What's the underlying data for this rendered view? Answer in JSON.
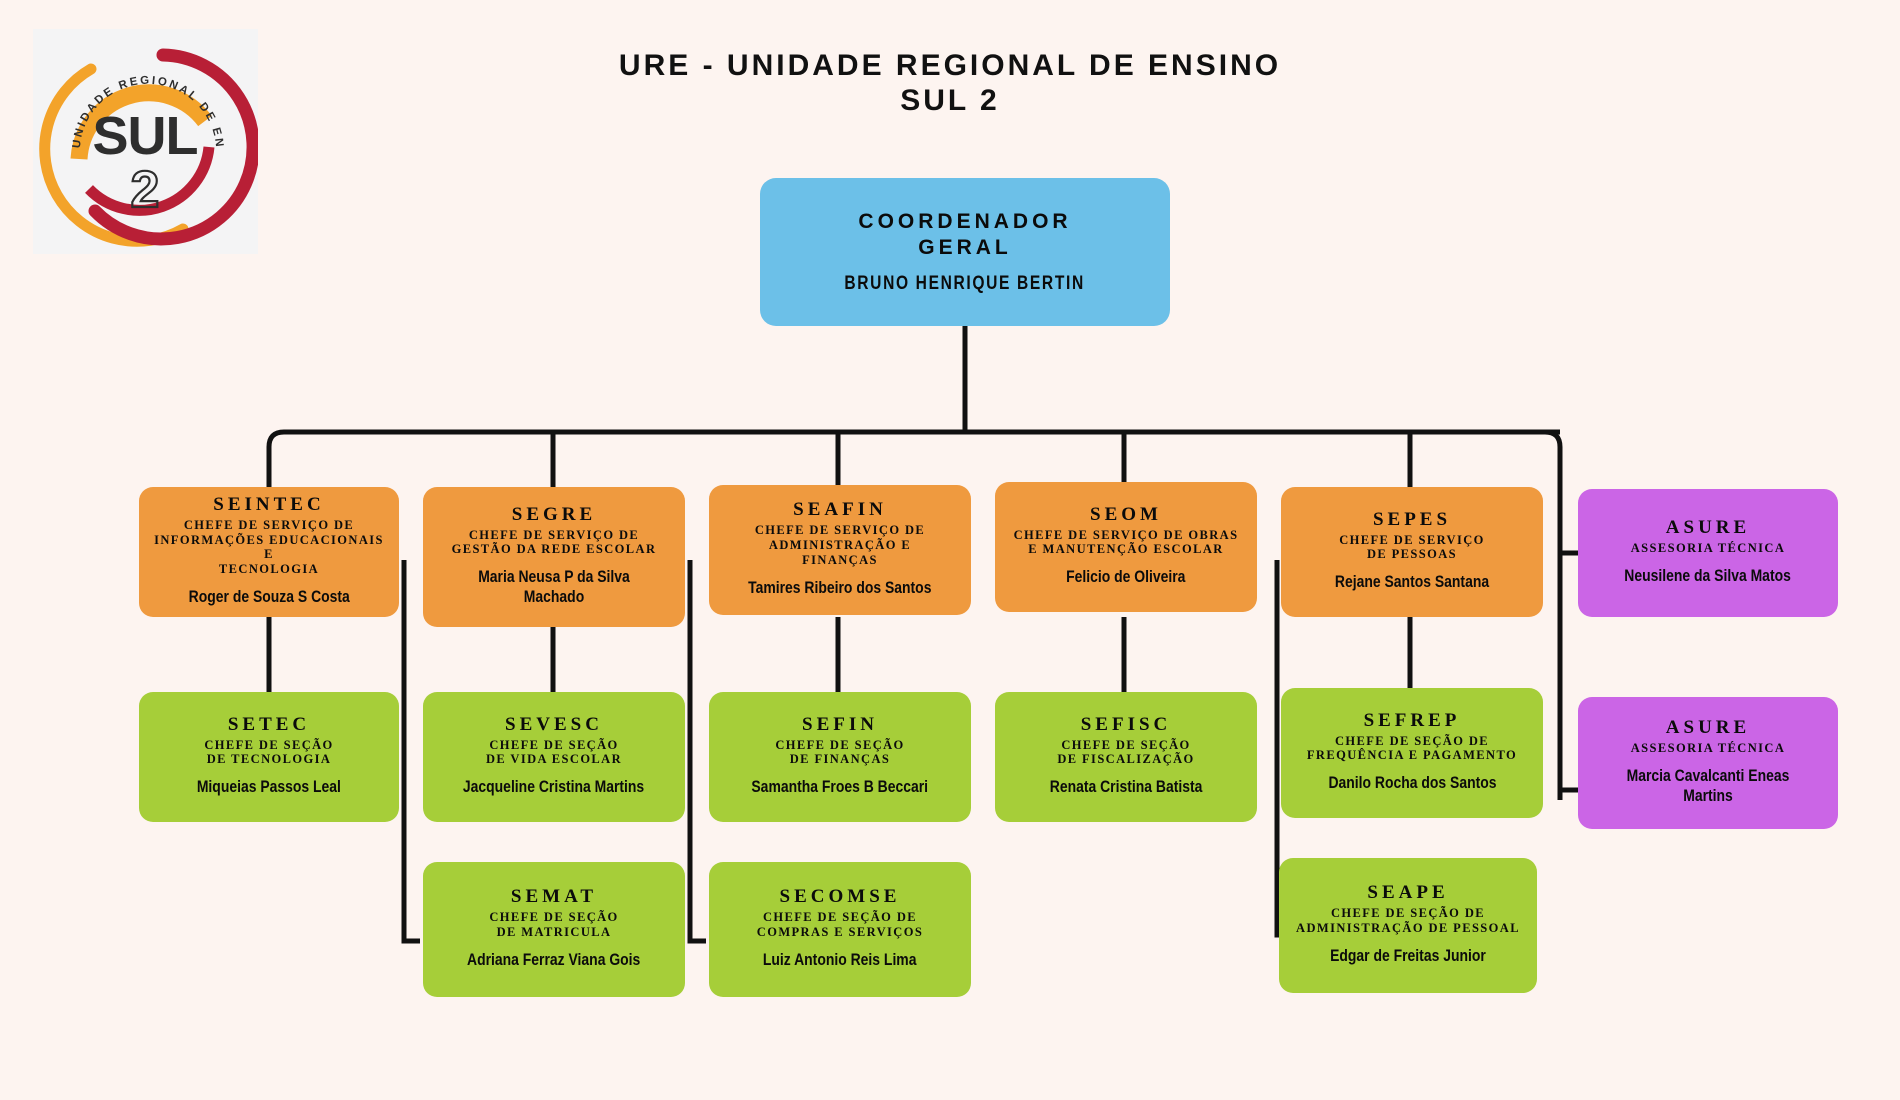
{
  "page": {
    "background_color": "#FDF4F0",
    "title_line1": "URE - UNIDADE REGIONAL DE ENSINO",
    "title_line2": "SUL 2"
  },
  "logo": {
    "arc_text": "UNIDADE REGIONAL DE ENSINO",
    "word": "SUL",
    "number": "2",
    "color_red": "#B81F36",
    "color_orange": "#F3A32A",
    "color_text": "#2E2E2E",
    "background": "#F4F4F5"
  },
  "colors": {
    "root": "#6CC0E8",
    "service": "#EF9A3F",
    "section": "#A6CE39",
    "advisory": "#CB65E6",
    "connector": "#111111"
  },
  "root": {
    "code": "COORDENADOR GERAL",
    "code_line1": "COORDENADOR",
    "code_line2": "GERAL",
    "person": "BRUNO HENRIQUE BERTIN"
  },
  "services": [
    {
      "code": "SEINTEC",
      "role": "CHEFE DE SERVIÇO DE INFORMAÇÕES EDUCACIONAIS E TECNOLOGIA",
      "role_line1": "CHEFE DE SERVIÇO DE",
      "role_line2": "INFORMAÇÕES EDUCACIONAIS E",
      "role_line3": "TECNOLOGIA",
      "person": "Roger de Souza S Costa"
    },
    {
      "code": "SEGRE",
      "role": "CHEFE DE SERVIÇO DE GESTÃO DA REDE ESCOLAR",
      "role_line1": "CHEFE DE SERVIÇO DE",
      "role_line2": "GESTÃO DA REDE ESCOLAR",
      "role_line3": "",
      "person": "Maria Neusa P da Silva Machado"
    },
    {
      "code": "SEAFIN",
      "role": "CHEFE DE SERVIÇO DE ADMINISTRAÇÃO E FINANÇAS",
      "role_line1": "CHEFE DE SERVIÇO DE",
      "role_line2": "ADMINISTRAÇÃO E",
      "role_line3": "FINANÇAS",
      "person": "Tamires Ribeiro dos Santos"
    },
    {
      "code": "SEOM",
      "role": "CHEFE DE SERVIÇO DE OBRAS E MANUTENÇÃO ESCOLAR",
      "role_line1": "CHEFE DE SERVIÇO DE OBRAS",
      "role_line2": "E MANUTENÇÃO ESCOLAR",
      "role_line3": "",
      "person": "Felicio de Oliveira"
    },
    {
      "code": "SEPES",
      "role": "CHEFE DE SERVIÇO DE PESSOAS",
      "role_line1": "CHEFE DE SERVIÇO",
      "role_line2": "DE PESSOAS",
      "role_line3": "",
      "person": "Rejane Santos Santana"
    }
  ],
  "sections": [
    {
      "code": "SETEC",
      "role": "CHEFE DE SEÇÃO DE TECNOLOGIA",
      "role_line1": "CHEFE DE SEÇÃO",
      "role_line2": "DE TECNOLOGIA",
      "person": "Miqueias Passos Leal"
    },
    {
      "code": "SEVESC",
      "role": "CHEFE DE SEÇÃO DE VIDA ESCOLAR",
      "role_line1": "CHEFE DE SEÇÃO",
      "role_line2": "DE VIDA ESCOLAR",
      "person": "Jacqueline Cristina Martins"
    },
    {
      "code": "SEFIN",
      "role": "CHEFE DE SEÇÃO DE FINANÇAS",
      "role_line1": "CHEFE DE SEÇÃO",
      "role_line2": "DE FINANÇAS",
      "person": "Samantha Froes B Beccari"
    },
    {
      "code": "SEFISC",
      "role": "CHEFE DE SEÇÃO DE FISCALIZAÇÃO",
      "role_line1": "CHEFE DE SEÇÃO",
      "role_line2": "DE FISCALIZAÇÃO",
      "person": "Renata Cristina Batista"
    },
    {
      "code": "SEFREP",
      "role": "CHEFE DE SEÇÃO DE FREQUÊNCIA E PAGAMENTO",
      "role_line1": "CHEFE DE SEÇÃO DE",
      "role_line2": "FREQUÊNCIA E PAGAMENTO",
      "person": "Danilo Rocha dos Santos"
    },
    {
      "code": "SEMAT",
      "role": "CHEFE DE SEÇÃO DE MATRICULA",
      "role_line1": "CHEFE DE SEÇÃO",
      "role_line2": "DE MATRICULA",
      "person": "Adriana Ferraz Viana Gois"
    },
    {
      "code": "SECOMSE",
      "role": "CHEFE DE SEÇÃO DE COMPRAS E SERVIÇOS",
      "role_line1": "CHEFE DE SEÇÃO DE",
      "role_line2": "COMPRAS E SERVIÇOS",
      "person": "Luiz Antonio Reis Lima"
    },
    {
      "code": "SEAPE",
      "role": "CHEFE DE SEÇÃO DE ADMINISTRAÇÃO DE PESSOAL",
      "role_line1": "CHEFE DE SEÇÃO DE",
      "role_line2": "ADMINISTRAÇÃO DE PESSOAL",
      "person": "Edgar de Freitas Junior"
    }
  ],
  "advisories": [
    {
      "code": "ASURE",
      "role": "ASSESORIA TÉCNICA",
      "person": "Neusilene da Silva Matos"
    },
    {
      "code": "ASURE",
      "role": "ASSESORIA TÉCNICA",
      "person": "Marcia Cavalcanti Eneas Martins"
    }
  ]
}
